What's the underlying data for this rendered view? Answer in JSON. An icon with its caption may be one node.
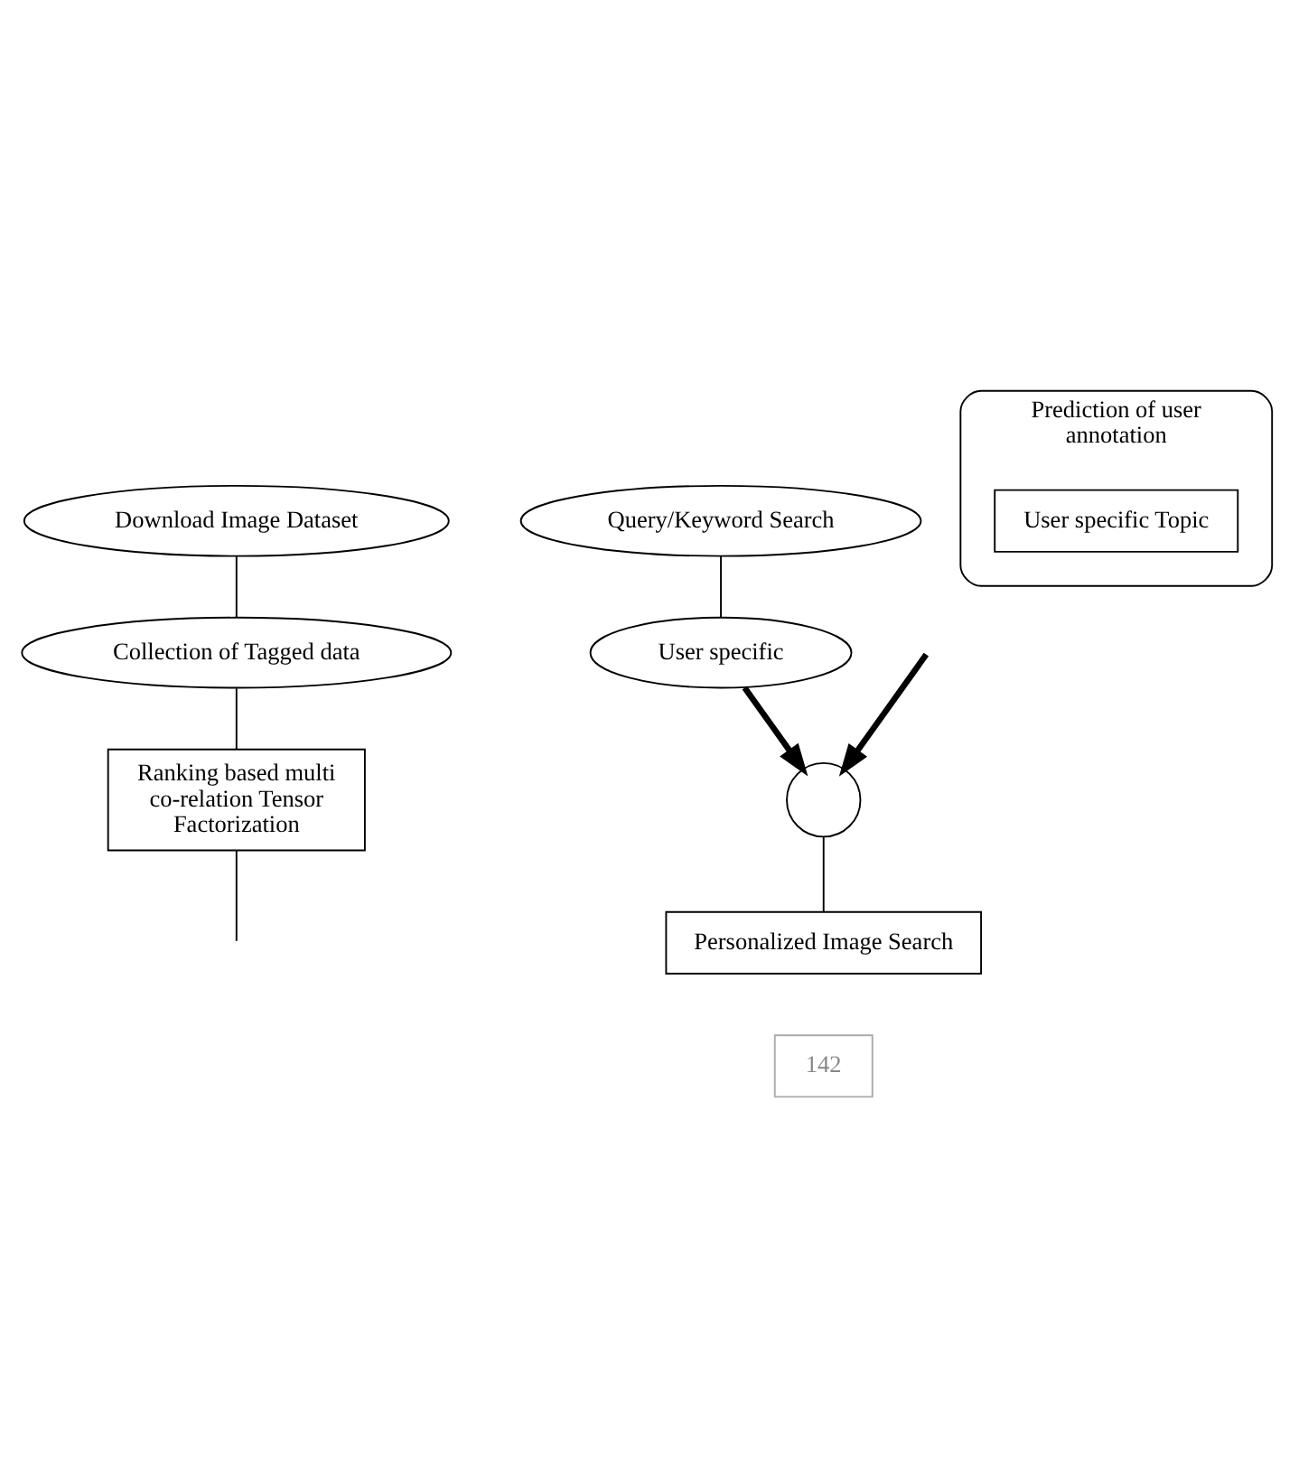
{
  "diagram": {
    "nodes": [
      {
        "text": [
          "Download Image Dataset"
        ]
      },
      {
        "text": [
          "Collection of Tagged data"
        ]
      },
      {
        "text": [
          "Query/Keyword Search"
        ]
      },
      {
        "text": [
          "User specific"
        ]
      },
      {
        "text": [
          "Ranking based multi co-relation Tensor Factorization"
        ]
      },
      {
        "text": [],
        "shape": "circle"
      },
      {
        "text": [
          "Prediction of user annotation"
        ]
      },
      {
        "text": [
          "User specific Topic"
        ],
        "in": 6
      },
      {
        "text": [
          "Personalized Image Search"
        ]
      }
    ],
    "edges": [
      {
        "from": 0,
        "to": 1,
        "arrow": "none"
      },
      {
        "from": 1,
        "to": 4,
        "arrow": "none"
      },
      {
        "from": 4,
        "to": null,
        "arrow": "none"
      },
      {
        "from": 2,
        "to": 3,
        "arrow": "none"
      },
      {
        "from": 3,
        "to": 5,
        "arrow": "to",
        "style": "thick"
      },
      {
        "from": null,
        "to": 5,
        "arrow": "to",
        "style": "thick"
      },
      {
        "from": 5,
        "to": 8,
        "arrow": "none"
      }
    ],
    "labels": [
      "142"
    ]
  }
}
